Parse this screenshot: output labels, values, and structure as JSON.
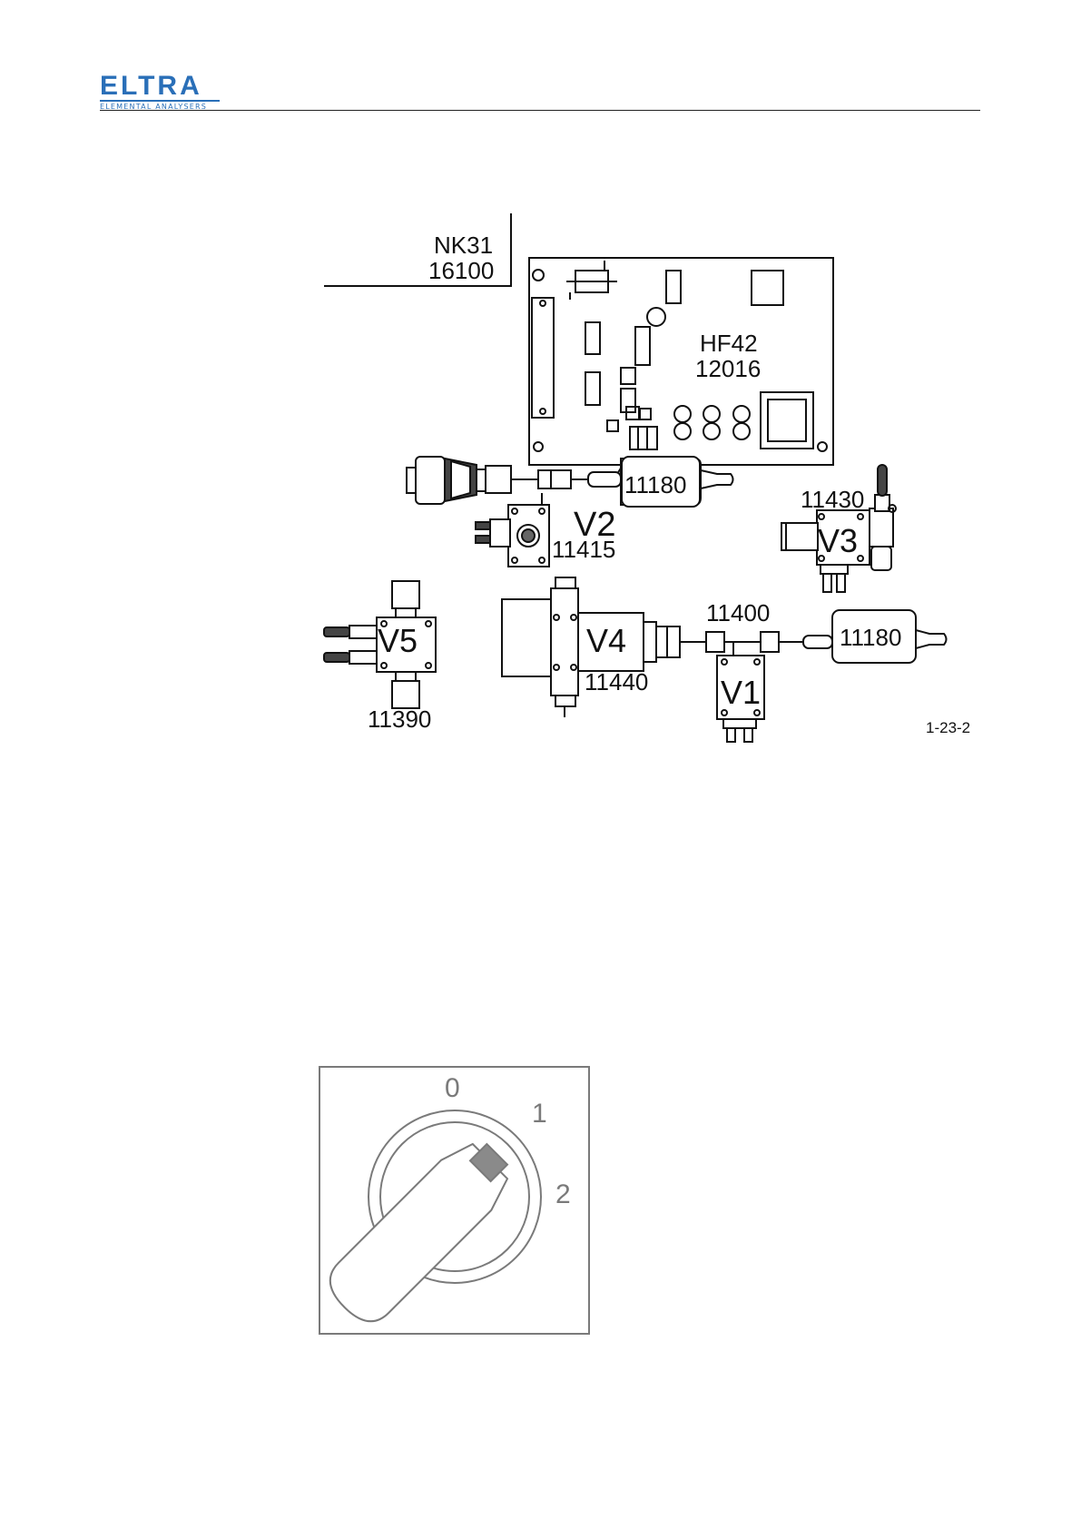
{
  "header": {
    "logo_text": "ELTRA",
    "logo_subtitle": "ELEMENTAL ANALYSERS"
  },
  "diagram": {
    "nk31_name": "NK31",
    "nk31_number": "16100",
    "board_name": "HF42",
    "board_number": "12016",
    "filter_top": "11180",
    "filter_right": "11180",
    "v2_label": "V2",
    "v2_number": "11415",
    "v3_label": "V3",
    "v3_number": "11430",
    "v5_label": "V5",
    "v5_number": "11390",
    "v4_label": "V4",
    "v4_number": "11440",
    "tee_number": "11400",
    "v1_label": "V1",
    "figure_id": "1-23-2"
  },
  "switch": {
    "pos0": "0",
    "pos1": "1",
    "pos2": "2"
  }
}
